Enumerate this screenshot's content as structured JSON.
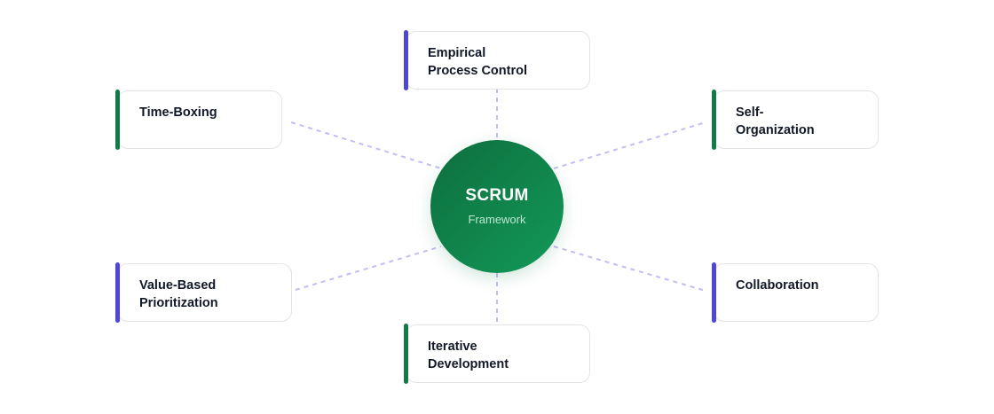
{
  "hub": {
    "title": "SCRUM",
    "subtitle": "Framework"
  },
  "colors": {
    "hub_gradient_start": "#0d6e3d",
    "hub_gradient_end": "#13995a",
    "accent_green": "#147a45",
    "accent_purple": "#4f46d6",
    "connector": "#c3bdf2",
    "card_border": "#e4e4e7"
  },
  "principles": [
    {
      "id": "empirical",
      "label": "Empirical\nProcess Control",
      "accent": "purple"
    },
    {
      "id": "time-boxing",
      "label": "Time-Boxing",
      "accent": "green"
    },
    {
      "id": "self-organization",
      "label": "Self-\nOrganization",
      "accent": "green"
    },
    {
      "id": "value-based",
      "label": "Value-Based\nPrioritization",
      "accent": "purple"
    },
    {
      "id": "collaboration",
      "label": "Collaboration",
      "accent": "purple"
    },
    {
      "id": "iterative",
      "label": "Iterative\nDevelopment",
      "accent": "green"
    }
  ]
}
